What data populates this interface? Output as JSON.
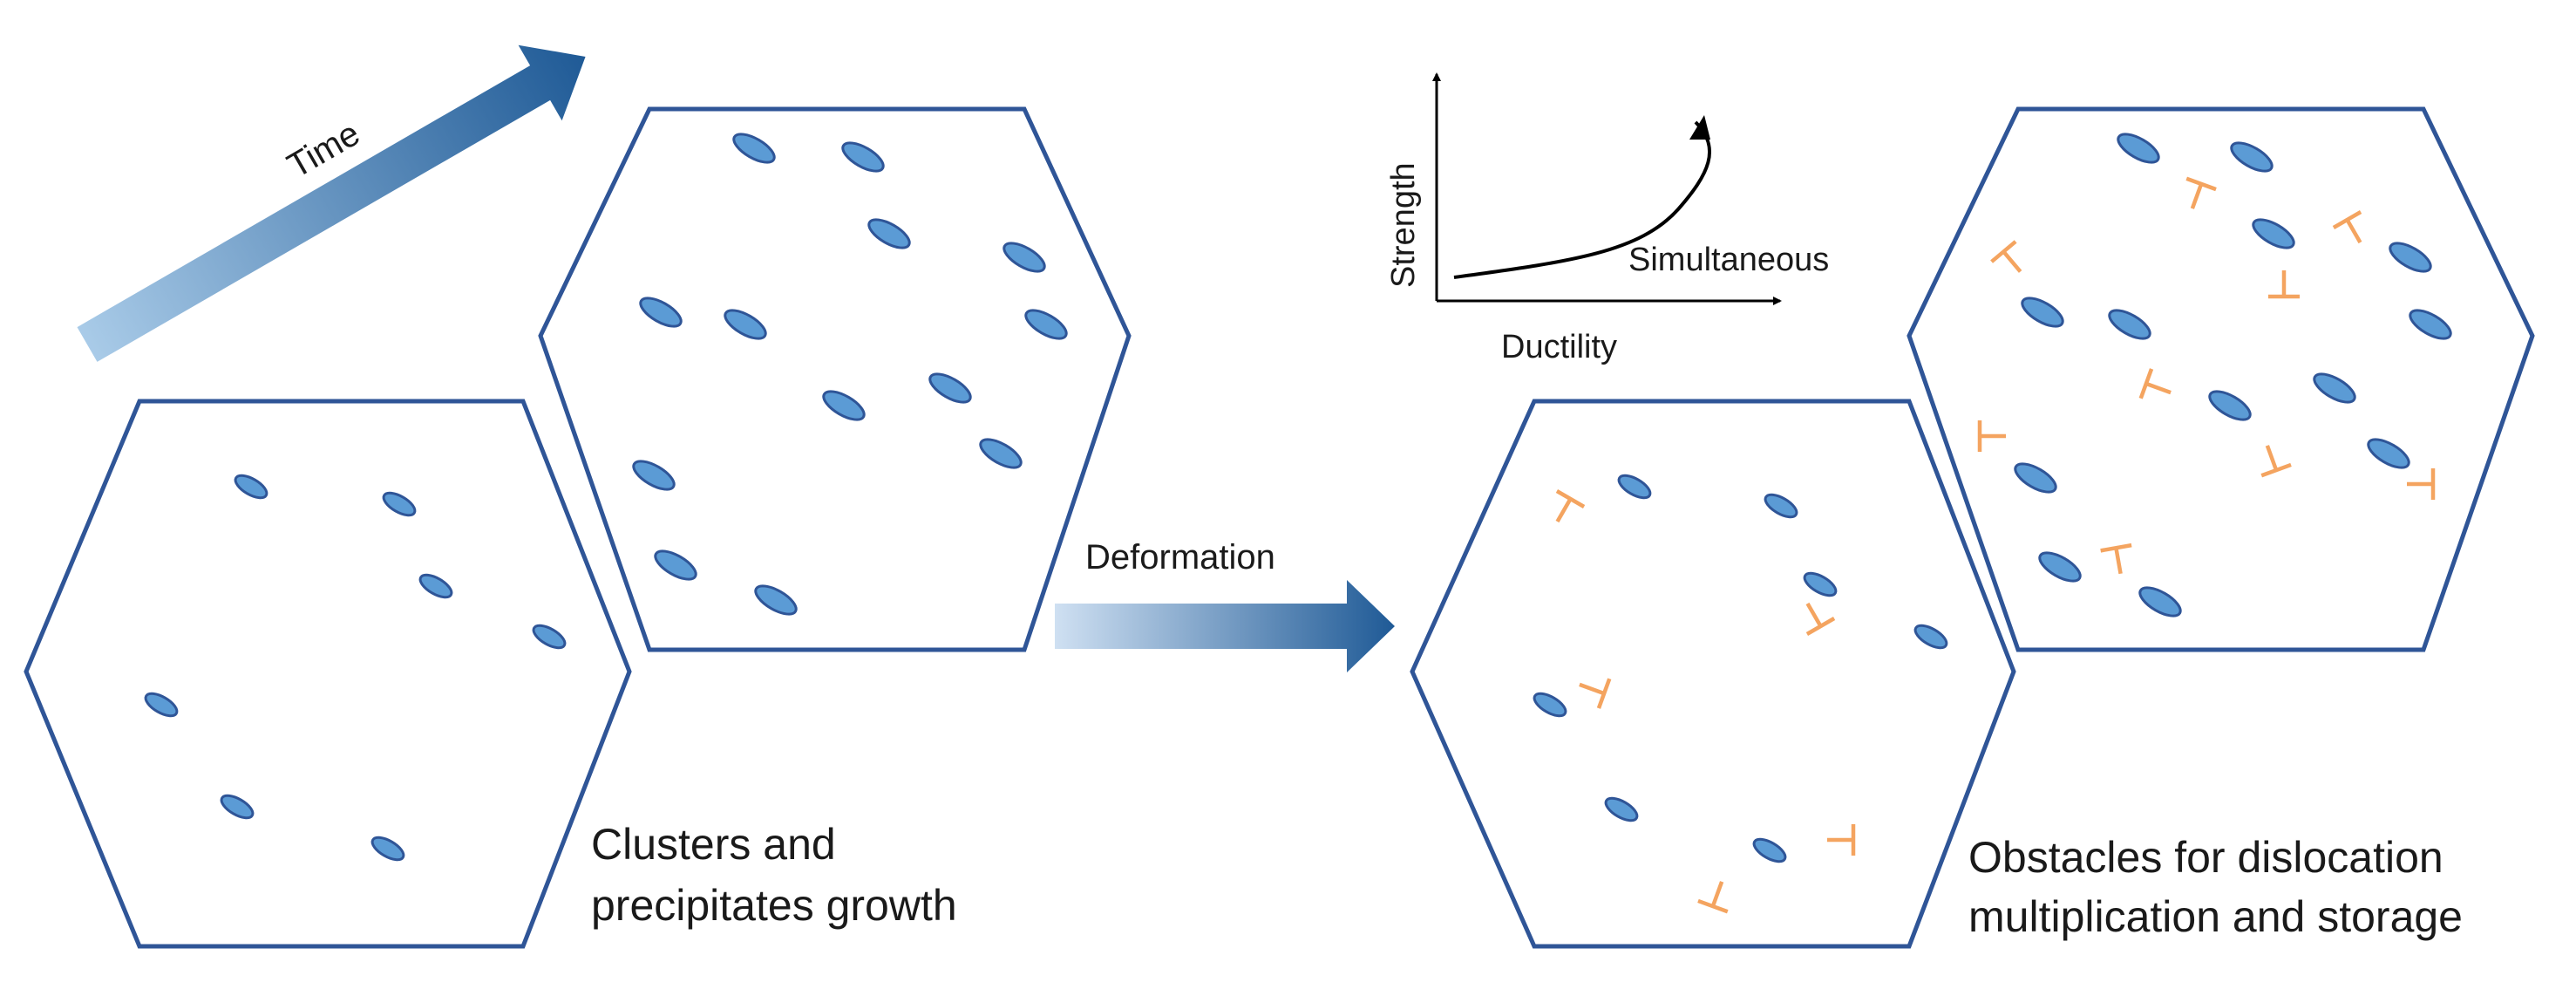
{
  "labels": {
    "time": "Time",
    "deformation": "Deformation",
    "caption_left_1": "Clusters and",
    "caption_left_2": "precipitates growth",
    "caption_right_1": "Obstacles for dislocation",
    "caption_right_2": "multiplication and storage"
  },
  "graph": {
    "ylabel": "Strength",
    "xlabel": "Ductility",
    "curve_label": "Simultaneous"
  },
  "colors": {
    "grain_border": "#2f5597",
    "precipitate_fill": "#5b9bd5",
    "dislocation": "#f4a460",
    "arrow_light": "#c6dcf0",
    "arrow_dark": "#1f5a96"
  }
}
